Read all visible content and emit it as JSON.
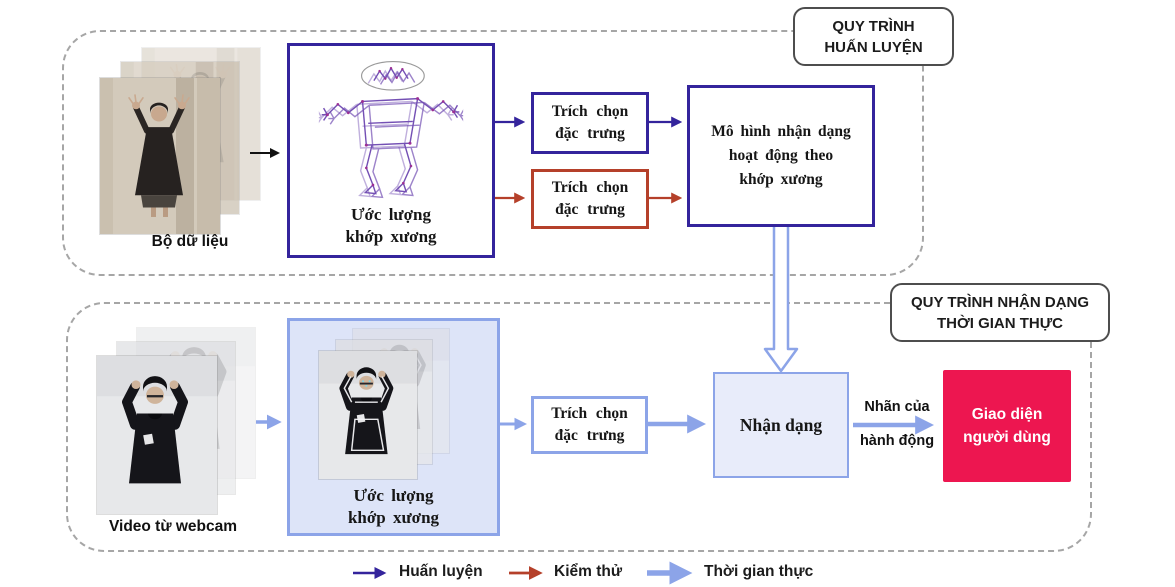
{
  "colors": {
    "train_accent": "#34249c",
    "test_accent": "#b5402a",
    "realtime_accent": "#8ca4e8",
    "ui_accent": "#ed1650",
    "container_dash": "#a6a6a6"
  },
  "training": {
    "tag_line1": "QUY TRÌNH",
    "tag_line2": "HUẤN LUYỆN",
    "dataset_caption": "Bộ dữ liệu",
    "pose_line1": "Ước lượng",
    "pose_line2": "khớp xương",
    "feat_train_line1": "Trích chọn",
    "feat_train_line2": "đặc trưng",
    "feat_test_line1": "Trích chọn",
    "feat_test_line2": "đặc trưng",
    "model_line1": "Mô hình nhận dạng",
    "model_line2": "hoạt động theo",
    "model_line3": "khớp xương"
  },
  "realtime": {
    "tag_line1": "QUY TRÌNH NHẬN DẠNG",
    "tag_line2": "THỜI GIAN THỰC",
    "webcam_caption": "Video từ webcam",
    "pose_line1": "Ước lượng",
    "pose_line2": "khớp xương",
    "feat_line1": "Trích chọn",
    "feat_line2": "đặc trưng",
    "recognition": "Nhận dạng",
    "action_line1": "Nhãn của",
    "action_line2": "hành động",
    "ui_line1": "Giao diện",
    "ui_line2": "người dùng"
  },
  "legend": {
    "train": "Huấn luyện",
    "test": "Kiểm thử",
    "realtime": "Thời gian thực"
  }
}
